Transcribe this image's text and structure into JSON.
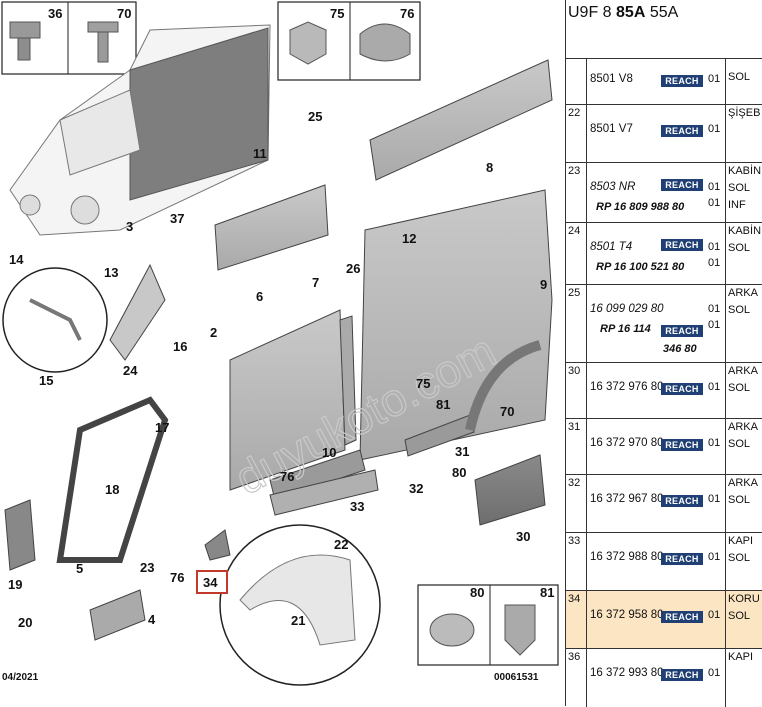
{
  "diagram": {
    "kit_labels": [
      "36",
      "70",
      "75",
      "76"
    ],
    "callouts": [
      "8",
      "11",
      "25",
      "12",
      "26",
      "37",
      "3",
      "14",
      "13",
      "6",
      "7",
      "9",
      "2",
      "16",
      "75",
      "81",
      "70",
      "15",
      "24",
      "17",
      "18",
      "10",
      "31",
      "76",
      "80",
      "32",
      "33",
      "30",
      "19",
      "5",
      "23",
      "76",
      "34",
      "22",
      "20",
      "4",
      "21",
      "80",
      "81"
    ],
    "watermark": "duyukoto.com",
    "date": "04/2021",
    "code": "00061531"
  },
  "parts": {
    "header": {
      "a": "U9F 8",
      "b": "85A",
      "c": "55A"
    },
    "rows": [
      {
        "num": "",
        "ref": "8501 V8",
        "italic": false,
        "ref2": "",
        "reach": "REACH",
        "qty": "01",
        "qty2": "",
        "desc": [
          "SOL"
        ]
      },
      {
        "num": "22",
        "ref": "8501 V7",
        "italic": false,
        "ref2": "",
        "reach": "REACH",
        "qty": "01",
        "qty2": "",
        "desc": [
          "ŞİŞEB"
        ]
      },
      {
        "num": "23",
        "ref": "8503 NR",
        "italic": true,
        "ref2": "RP 16 809 988 80",
        "reach": "REACH",
        "qty": "01",
        "qty2": "01",
        "desc": [
          "KABİN",
          "SOL",
          "INF"
        ]
      },
      {
        "num": "24",
        "ref": "8501 T4",
        "italic": true,
        "ref2": "RP 16 100 521 80",
        "reach": "REACH",
        "qty": "01",
        "qty2": "01",
        "desc": [
          "KABİN",
          "SOL"
        ]
      },
      {
        "num": "25",
        "ref": "16 099 029 80",
        "italic": true,
        "ref2": "RP 16 114",
        "ref3": "346 80",
        "reach": "REACH",
        "qty": "01",
        "qty2": "01",
        "desc": [
          "ARKA",
          "SOL"
        ]
      },
      {
        "num": "30",
        "ref": "16 372 976 80",
        "italic": false,
        "ref2": "",
        "reach": "REACH",
        "qty": "01",
        "qty2": "",
        "desc": [
          "ARKA",
          "SOL"
        ]
      },
      {
        "num": "31",
        "ref": "16 372 970 80",
        "italic": false,
        "ref2": "",
        "reach": "REACH",
        "qty": "01",
        "qty2": "",
        "desc": [
          "ARKA",
          "SOL"
        ]
      },
      {
        "num": "32",
        "ref": "16 372 967 80",
        "italic": false,
        "ref2": "",
        "reach": "REACH",
        "qty": "01",
        "qty2": "",
        "desc": [
          "ARKA",
          "SOL"
        ]
      },
      {
        "num": "33",
        "ref": "16 372 988 80",
        "italic": false,
        "ref2": "",
        "reach": "REACH",
        "qty": "01",
        "qty2": "",
        "desc": [
          "KAPI",
          "SOL"
        ]
      },
      {
        "num": "34",
        "ref": "16 372 958 80",
        "italic": false,
        "ref2": "",
        "reach": "REACH",
        "qty": "01",
        "qty2": "",
        "desc": [
          "KORU",
          "SOL"
        ]
      },
      {
        "num": "36",
        "ref": "16 372 993 80",
        "italic": false,
        "ref2": "",
        "reach": "REACH",
        "qty": "01",
        "qty2": "",
        "desc": [
          "KAPI"
        ]
      }
    ]
  }
}
